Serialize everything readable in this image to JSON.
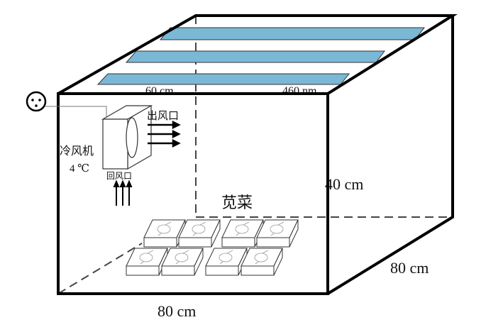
{
  "labels": {
    "lamp_length": "60 cm",
    "wavelength": "460 nm",
    "air_outlet": "出风口",
    "cooler": "冷风机",
    "cooler_temp": "4 ℃",
    "air_return": "回风口",
    "plant": "苋菜",
    "height": "40 cm",
    "depth": "80 cm",
    "width": "80 cm"
  },
  "colors": {
    "lamp": "#7ab8d6",
    "line": "#000000",
    "dashed": "#555555"
  },
  "trays": {
    "count": 8
  }
}
